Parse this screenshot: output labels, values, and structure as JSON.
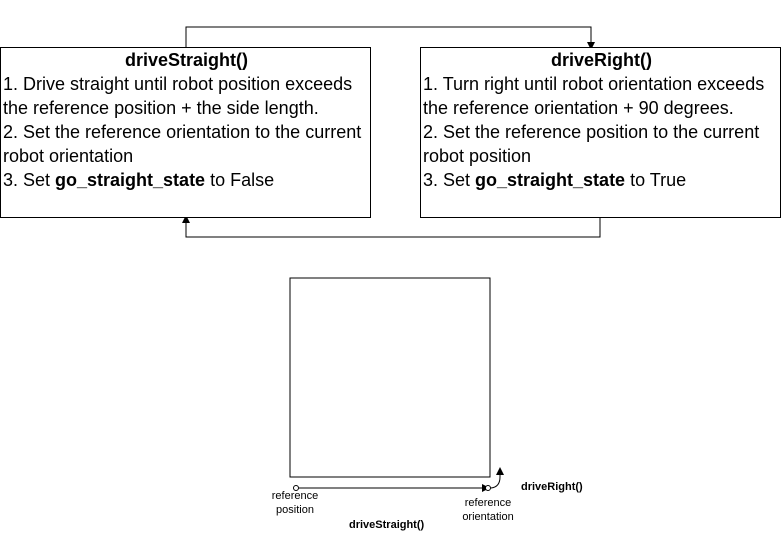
{
  "left_box": {
    "title": "driveStraight()",
    "step1": "1. Drive straight until robot position exceeds the reference position + the side length.",
    "step2": "2. Set the reference orientation to the current robot orientation",
    "step3_prefix": "3. Set ",
    "step3_bold": "go_straight_state",
    "step3_suffix": " to False"
  },
  "right_box": {
    "title": "driveRight()",
    "step1": "1. Turn right until robot orientation exceeds the reference orientation + 90 degrees.",
    "step2": "2. Set the reference position to the current robot position",
    "step3_prefix": "3. Set ",
    "step3_bold": "go_straight_state",
    "step3_suffix": " to True"
  },
  "sketch": {
    "reference_position_line1": "reference",
    "reference_position_line2": "position",
    "reference_orientation_line1": "reference",
    "reference_orientation_line2": "orientation",
    "drive_straight_label": "driveStraight()",
    "drive_right_label": "driveRight()"
  }
}
